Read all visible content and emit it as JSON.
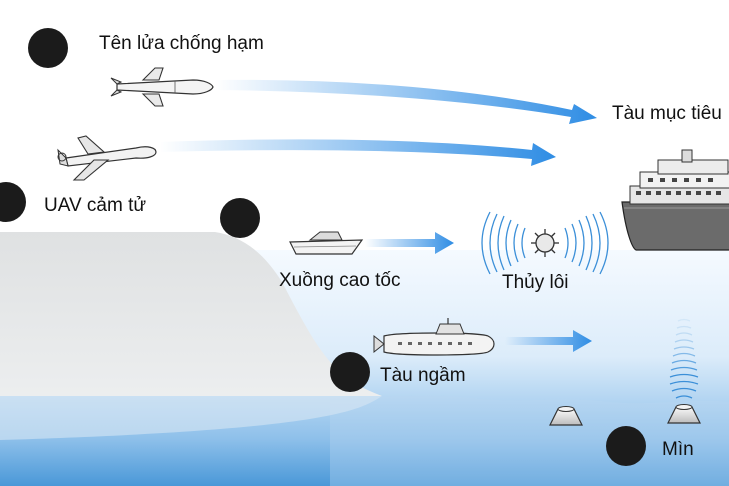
{
  "labels": {
    "anti_ship_missile": "Tên lửa chống hạm",
    "target_ship": "Tàu mục tiêu",
    "kamikaze_uav": "UAV cảm tử",
    "speedboat": "Xuồng cao tốc",
    "sea_mine": "Thủy lôi",
    "submarine": "Tàu ngầm",
    "bottom_mine": "Mìn"
  },
  "colors": {
    "arrow": "#2f8de4",
    "sky": "#ffffff",
    "sea_light": "#eef6fd",
    "sea_deep": "#4a98d8",
    "land": "#dcdedf",
    "marker": "#1b1b1b"
  },
  "icons": {
    "missile": "missile-icon",
    "uav": "uav-icon",
    "ship": "ship-icon",
    "boat": "speedboat-icon",
    "sea_mine": "sea-mine-icon",
    "submarine": "submarine-icon",
    "bottom_mine": "bottom-mine-icon",
    "sonar": "sonar-waves-icon"
  }
}
